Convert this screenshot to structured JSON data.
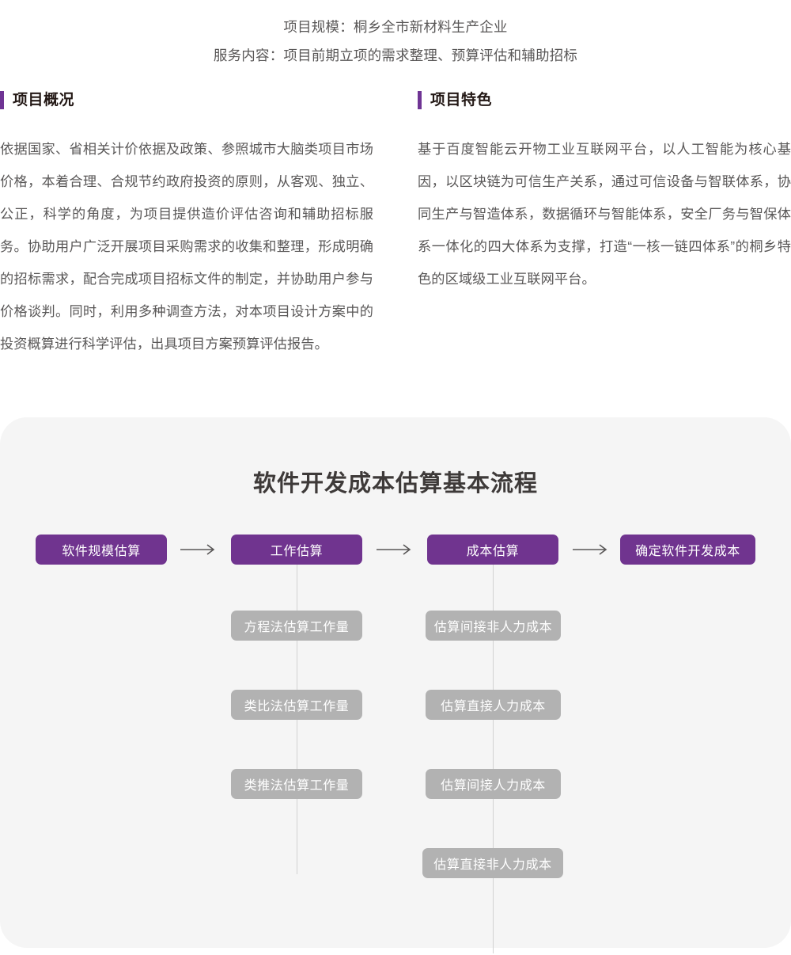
{
  "intro": {
    "lines": [
      "项目规模：桐乡全市新材料生产企业",
      "服务内容：项目前期立项的需求整理、预算评估和辅助招标"
    ]
  },
  "columns": {
    "left": {
      "heading": "项目概况",
      "body": "依据国家、省相关计价依据及政策、参照城市大脑类项目市场价格，本着合理、合规节约政府投资的原则，从客观、独立、公正，科学的角度，为项目提供造价评估咨询和辅助招标服务。协助用户广泛开展项目采购需求的收集和整理，形成明确的招标需求，配合完成项目招标文件的制定，并协助用户参与价格谈判。同时，利用多种调查方法，对本项目设计方案中的投资概算进行科学评估，出具项目方案预算评估报告。"
    },
    "right": {
      "heading": "项目特色",
      "body": "基于百度智能云开物工业互联网平台，以人工智能为核心基因，以区块链为可信生产关系，通过可信设备与智联体系，协同生产与智造体系，数据循环与智能体系，安全厂务与智保体系一体化的四大体系为支撑，打造“一核一链四体系”的桐乡特色的区域级工业互联网平台。"
    }
  },
  "flowchart": {
    "title": "软件开发成本估算基本流程",
    "type": "flowchart",
    "colors": {
      "primary": "#70348F",
      "secondary": "#B2B2B2",
      "panel_background": "#F5F5F5",
      "connector": "#D2D2D2",
      "arrow": "#595757"
    },
    "stages": [
      {
        "label": "软件规模估算",
        "children": []
      },
      {
        "label": "工作估算",
        "children": [
          "方程法估算工作量",
          "类比法估算工作量",
          "类推法估算工作量"
        ]
      },
      {
        "label": "成本估算",
        "children": [
          "估算间接非人力成本",
          "估算直接人力成本",
          "估算间接人力成本",
          "估算直接非人力成本"
        ]
      },
      {
        "label": "确定软件开发成本",
        "children": []
      }
    ],
    "arrow_glyph": "arrow-right"
  }
}
